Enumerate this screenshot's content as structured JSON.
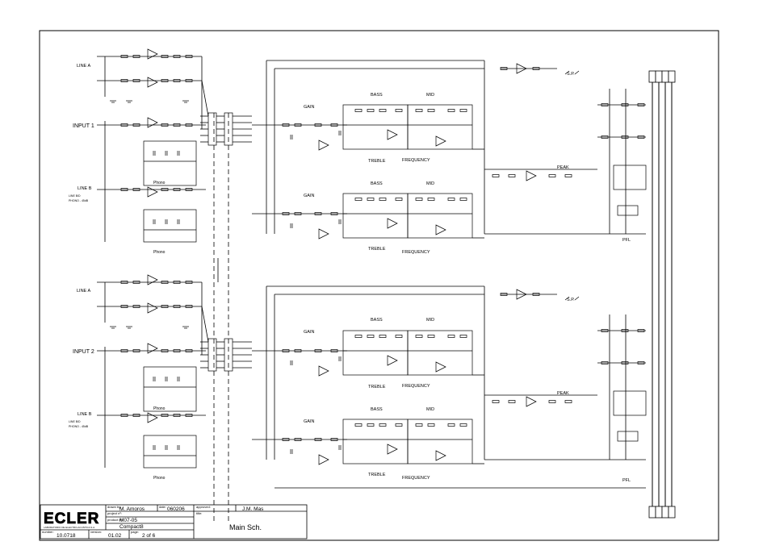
{
  "labels": {
    "line_a": "LINE A",
    "line_b": "LINE B",
    "input_1": "INPUT 1",
    "input_2": "INPUT 2",
    "phono": "Phono",
    "line_b_sub": "LINE B/D",
    "phono_sub": "PHONO - 45dB",
    "gain": "GAIN",
    "bass": "BASS",
    "mid": "MID",
    "treble": "TREBLE",
    "frequency": "FREQUENCY",
    "peak": "PEAK",
    "sp": "S.P.",
    "pfl": "PFL"
  },
  "title_block": {
    "company": "ECLER",
    "company_sub": "LABORATORIO DE ELECTRO-ACUSTICA S.A.",
    "drawn_by_label": "drawn by:",
    "drawn_by": "M. Amoros",
    "date_label": "date:",
    "date": "060206",
    "approved_label": "approved:",
    "approved": "J.M. Mas",
    "project_label": "project nº:",
    "project": "M07-05",
    "product_label": "product nº:",
    "product": "Compact8",
    "title_label": "title:",
    "title": "Main Sch.",
    "number_label": "number:",
    "number": "10.0718",
    "version_label": "version:",
    "version": "01.02",
    "page_label": "page:",
    "page": "2 of 6"
  }
}
